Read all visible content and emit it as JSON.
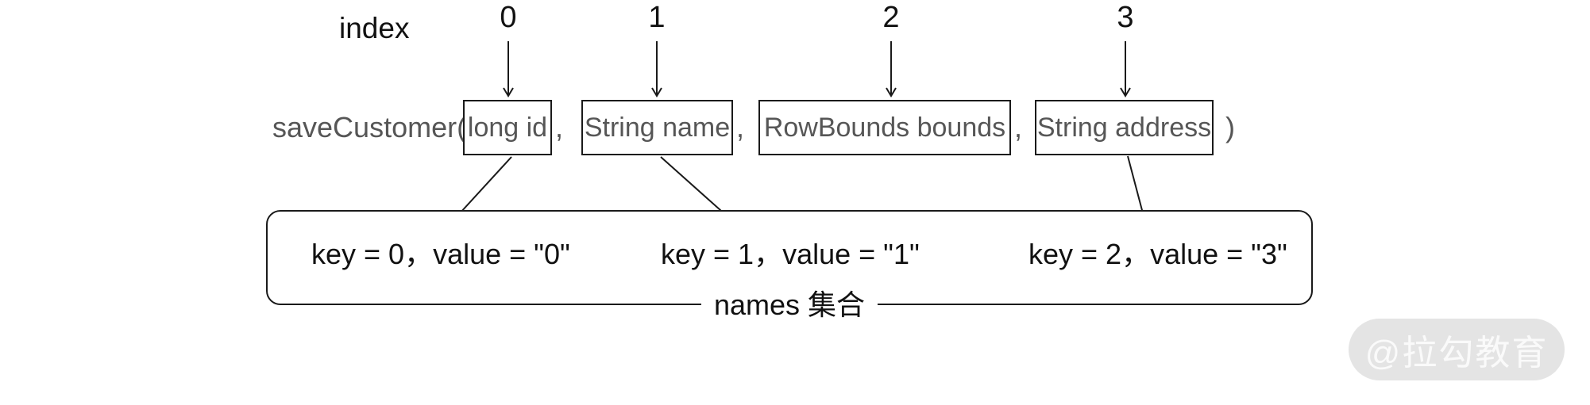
{
  "diagram": {
    "index_label": "index",
    "indices": [
      "0",
      "1",
      "2",
      "3"
    ],
    "signature": {
      "prefix": "saveCustomer(",
      "params": [
        "long id",
        "String name",
        "RowBounds bounds",
        "String address"
      ],
      "comma": ",",
      "suffix": ")"
    },
    "map": {
      "entries": [
        "key = 0，value = \"0\"",
        "key = 1，value = \"1\"",
        "key = 2，value = \"3\""
      ],
      "label": "names 集合"
    },
    "watermark": "@拉勾教育",
    "colors": {
      "line": "#1a1a1a",
      "signature_text": "#565656",
      "entry_text": "#111111",
      "watermark_bg": "#e4e4e4",
      "watermark_text": "#fafafa"
    }
  }
}
